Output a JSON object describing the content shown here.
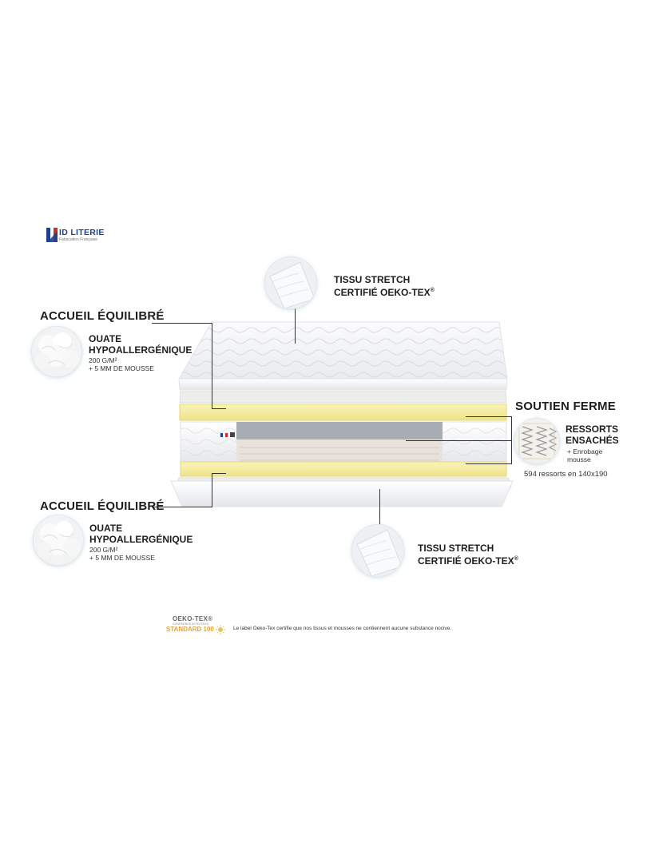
{
  "brand": {
    "name": "ID LITERIE",
    "tagline": "Fabrication Française",
    "colors": {
      "blue": "#1f3f8f",
      "white": "#ffffff",
      "red": "#d42a2a"
    }
  },
  "top_label": {
    "line1": "TISSU STRETCH",
    "line2": "CERTIFIÉ OEKO-TEX",
    "mark": "®"
  },
  "comfort_top": {
    "title": "ACCUEIL ÉQUILIBRÉ",
    "line1": "OUATE",
    "line2": "HYPOALLERGÉNIQUE",
    "detail1": "200 G/M²",
    "detail2": "+ 5 MM DE MOUSSE"
  },
  "support": {
    "title": "SOUTIEN FERME",
    "line1": "RESSORTS",
    "line2": "ENSACHÉS",
    "detail1": "+ Enrobage",
    "detail2": "mousse",
    "note": "594 ressorts en 140x190"
  },
  "comfort_bottom": {
    "title": "ACCUEIL ÉQUILIBRÉ",
    "line1": "OUATE",
    "line2": "HYPOALLERGÉNIQUE",
    "detail1": "200 G/M²",
    "detail2": "+ 5 MM DE MOUSSE"
  },
  "bottom_label": {
    "line1": "TISSU STRETCH",
    "line2": "CERTIFIÉ OEKO-TEX",
    "mark": "®"
  },
  "oeko": {
    "logo_top": "OEKO-TEX®",
    "logo_small": "CONFIDENCE IN TEXTILES",
    "logo_bottom": "STANDARD 100",
    "text": "Le label Oeko-Tex certifie que nos tissus et mousses ne contiennent aucune substance nocive."
  },
  "colors": {
    "foam": "#f3ea9a",
    "fabric": "#f4f5f7",
    "line": "#333333"
  }
}
